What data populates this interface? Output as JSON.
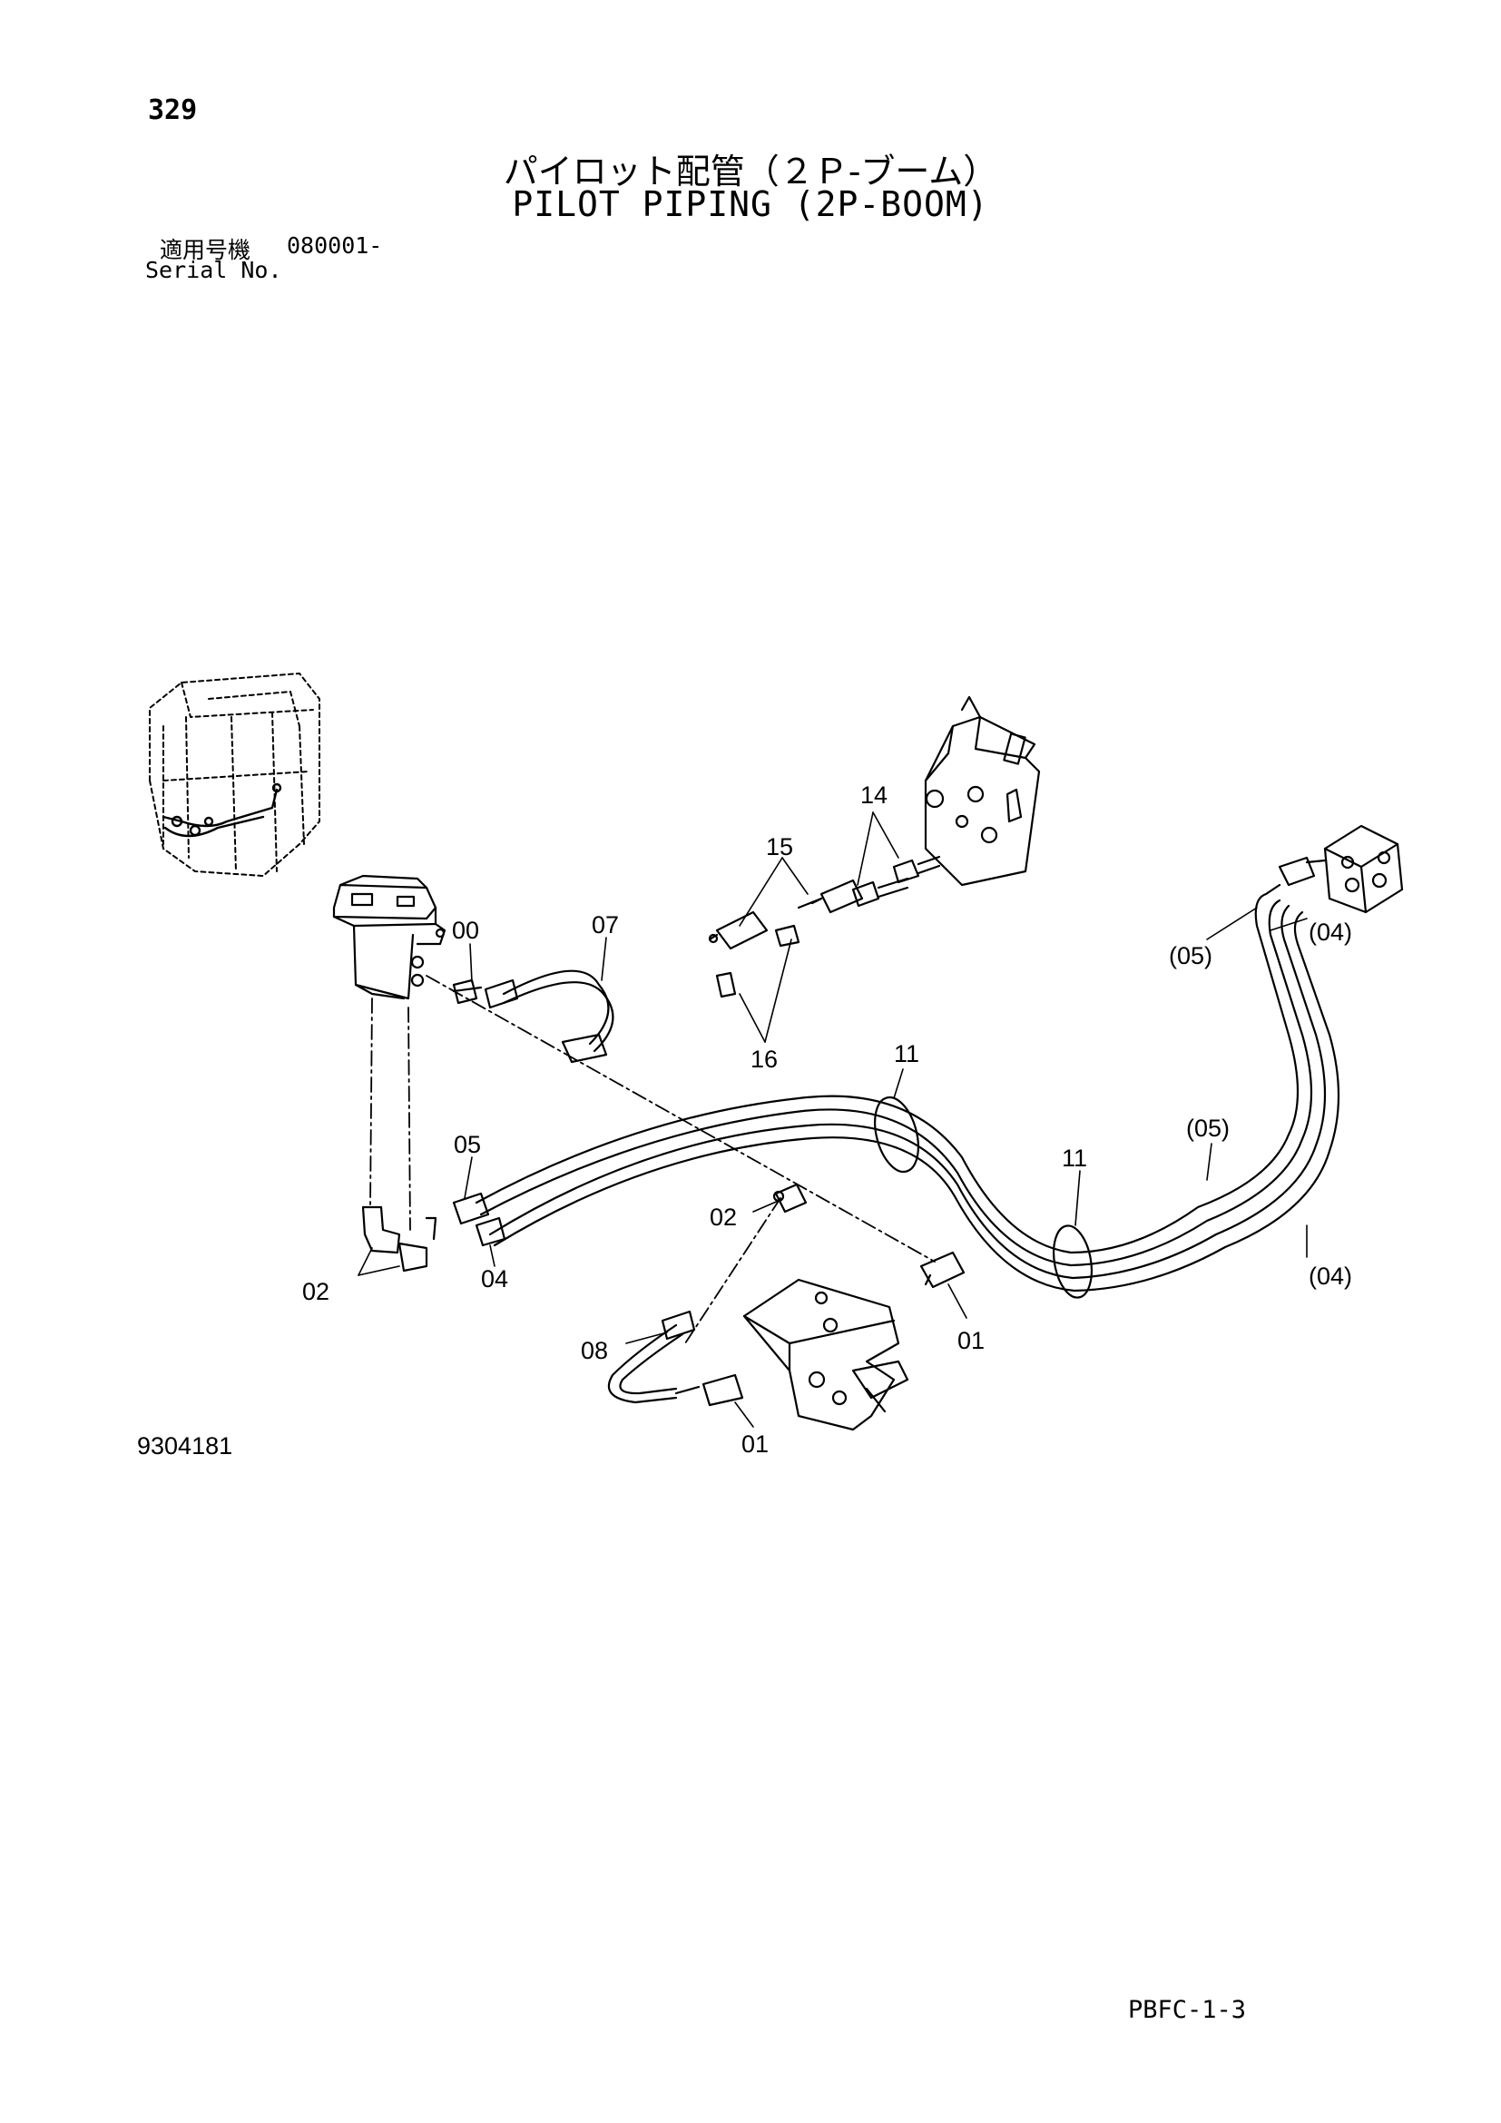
{
  "header": {
    "page_number": "329",
    "title_jp": "パイロット配管（２Ｐ-ブーム）",
    "title_en": "PILOT PIPING (2P-BOOM)",
    "serial_label_jp": "適用号機",
    "serial_value": "080001-",
    "serial_label_en": "Serial No."
  },
  "figure_number": "9304181",
  "page_code": "PBFC-1-3",
  "callouts": {
    "c14": "14",
    "c15": "15",
    "c16": "16",
    "c00": "00",
    "c07": "07",
    "c05_paren_top": "(05)",
    "c04_paren_top": "(04)",
    "c11_left": "11",
    "c11_right": "11",
    "c05_paren_mid": "(05)",
    "c05": "05",
    "c02_mid": "02",
    "c02_left": "02",
    "c04": "04",
    "c04_paren_bottom": "(04)",
    "c01_right": "01",
    "c08": "08",
    "c01_bottom": "01"
  }
}
